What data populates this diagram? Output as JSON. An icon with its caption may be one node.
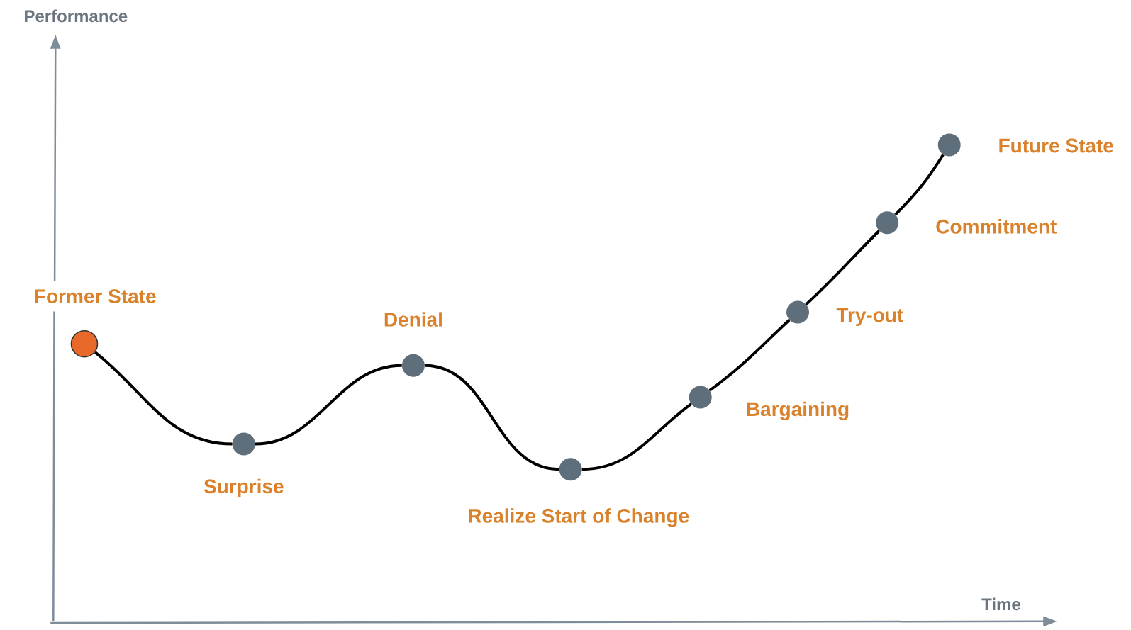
{
  "diagram": {
    "nodes": [
      {
        "text": [],
        "shape": "circle",
        "beside": [
          "Former State"
        ]
      },
      {
        "text": [],
        "shape": "circle",
        "beside": [
          "Surprise"
        ]
      },
      {
        "text": [],
        "shape": "circle",
        "beside": [
          "Denial"
        ]
      },
      {
        "text": [],
        "shape": "circle",
        "beside": [
          "Realize Start of Change"
        ]
      },
      {
        "text": [],
        "shape": "circle",
        "beside": [
          "Bargaining"
        ]
      },
      {
        "text": [],
        "shape": "circle",
        "beside": [
          "Try-out"
        ]
      },
      {
        "text": [],
        "shape": "circle",
        "beside": [
          "Commitment"
        ]
      },
      {
        "text": [],
        "shape": "circle",
        "beside": [
          "Future State"
        ]
      }
    ],
    "edges": [
      {
        "from": 0,
        "to": 1,
        "arrow": "none"
      },
      {
        "from": 1,
        "to": 2,
        "arrow": "none"
      },
      {
        "from": 2,
        "to": 3,
        "arrow": "none"
      },
      {
        "from": 3,
        "to": 4,
        "arrow": "none"
      },
      {
        "from": 4,
        "to": 5,
        "arrow": "none"
      },
      {
        "from": 5,
        "to": 6,
        "arrow": "none"
      },
      {
        "from": 6,
        "to": 7,
        "arrow": "none"
      }
    ],
    "labels": [
      "Performance",
      "Time"
    ]
  }
}
